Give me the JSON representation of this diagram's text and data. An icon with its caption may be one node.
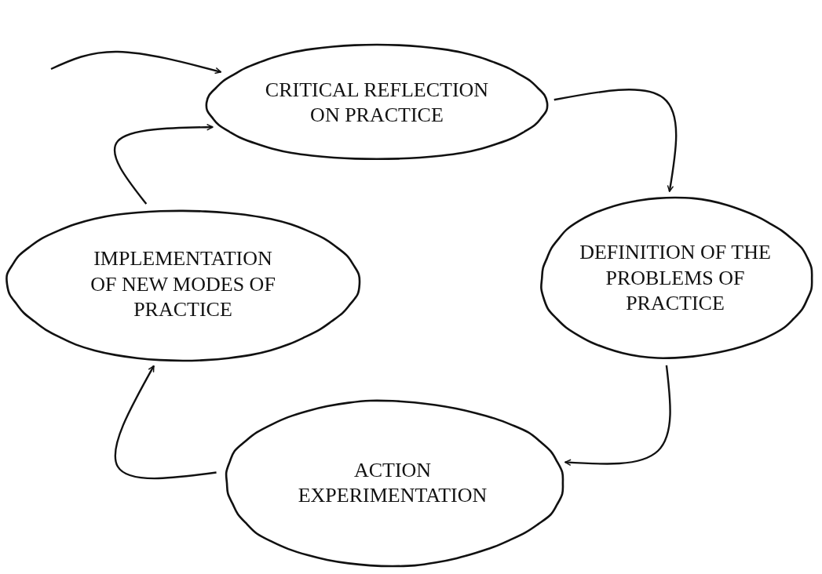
{
  "diagram": {
    "nodes": [
      {
        "text": [
          "CRITICAL REFLECTION ON PRACTICE"
        ]
      },
      {
        "text": [
          "DEFINITION OF THE PROBLEMS OF PRACTICE"
        ]
      },
      {
        "text": [
          "ACTION EXPERIMENTATION"
        ]
      },
      {
        "text": [
          "IMPLEMENTATION OF NEW MODES OF PRACTICE"
        ]
      }
    ],
    "edges": [
      {
        "from": 0,
        "to": 1,
        "arrow": "to"
      },
      {
        "from": 1,
        "to": 2,
        "arrow": "to"
      },
      {
        "from": 2,
        "to": 3,
        "arrow": "to"
      },
      {
        "from": 3,
        "to": 0,
        "arrow": "to"
      },
      {
        "from": null,
        "to": 0,
        "arrow": "to"
      }
    ]
  }
}
